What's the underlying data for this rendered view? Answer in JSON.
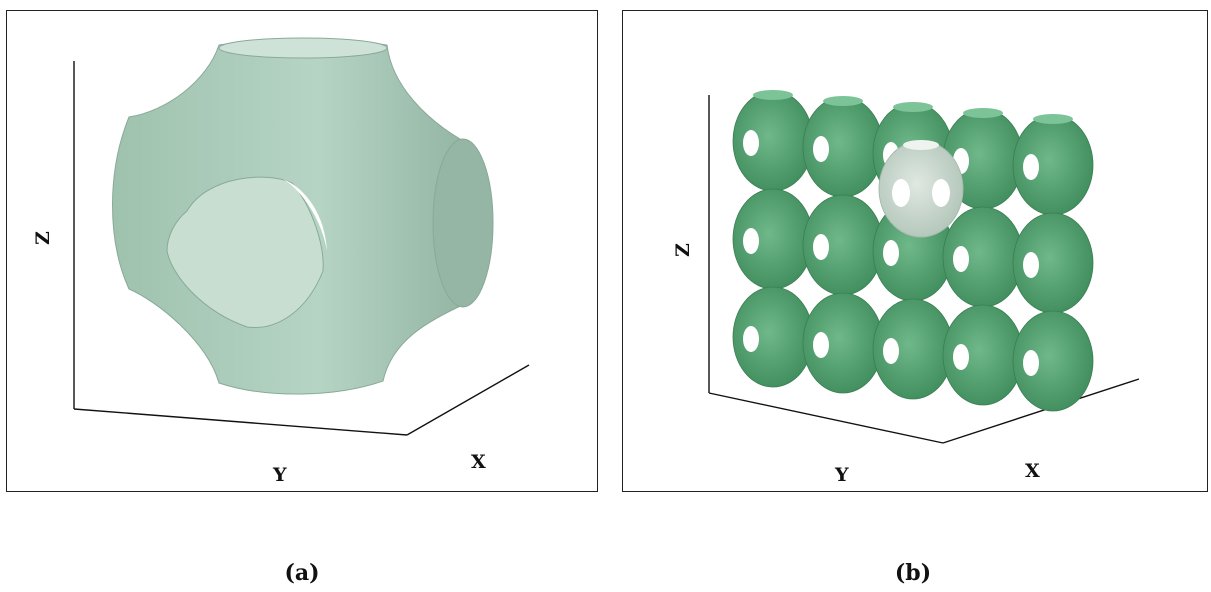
{
  "panels": [
    {
      "caption": "(a)",
      "axes": {
        "x": "X",
        "y": "Y",
        "z": "Z"
      },
      "surface_color": "#b3d3c2"
    },
    {
      "caption": "(b)",
      "axes": {
        "x": "X",
        "y": "Y",
        "z": "Z"
      },
      "surface_color": "#5aa476",
      "highlight_color": "#c9d6cf",
      "lattice": {
        "columns": 5,
        "rows": 3
      }
    }
  ]
}
